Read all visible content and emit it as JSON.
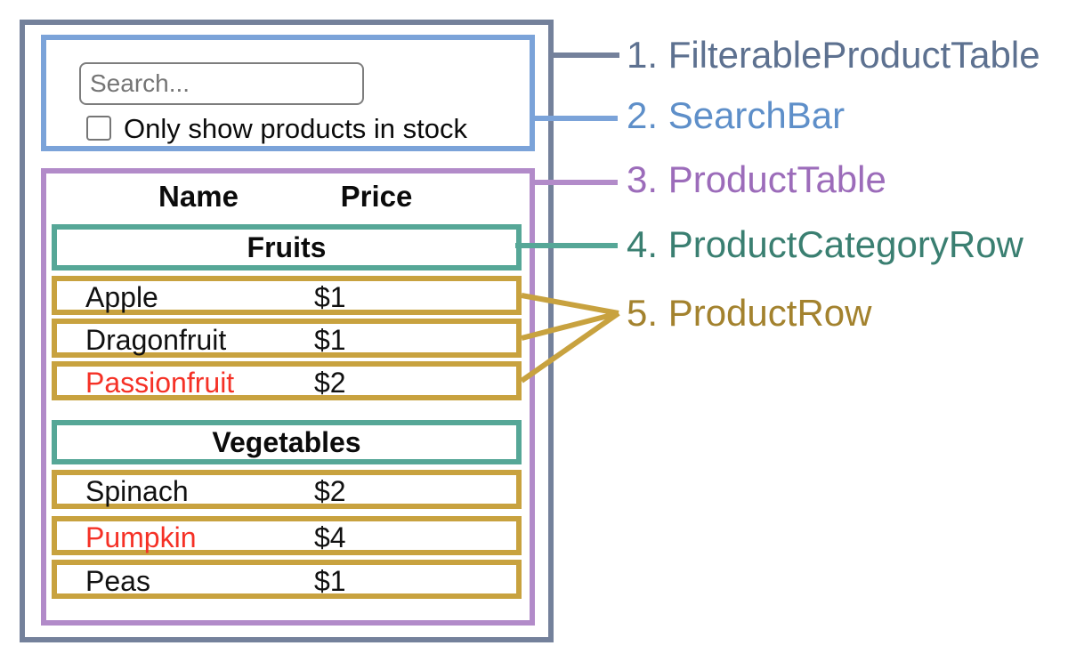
{
  "component_labels": [
    {
      "text": "1. FilterableProductTable",
      "color": "#5d7190"
    },
    {
      "text": "2. SearchBar",
      "color": "#5e8fc9"
    },
    {
      "text": "3. ProductTable",
      "color": "#9c6cba"
    },
    {
      "text": "4. ProductCategoryRow",
      "color": "#3a7f71"
    },
    {
      "text": "5. ProductRow",
      "color": "#a3822e"
    }
  ],
  "search_bar": {
    "input_placeholder": "Search...",
    "input_value": "",
    "checkbox_label": "Only show products in stock",
    "checkbox_checked": false
  },
  "product_table": {
    "headers": {
      "name": "Name",
      "price": "Price"
    },
    "sections": [
      {
        "category": "Fruits",
        "rows": [
          {
            "name": "Apple",
            "price": "$1",
            "name_color": "#111111"
          },
          {
            "name": "Dragonfruit",
            "price": "$1",
            "name_color": "#111111"
          },
          {
            "name": "Passionfruit",
            "price": "$2",
            "name_color": "#f53126"
          }
        ]
      },
      {
        "category": "Vegetables",
        "rows": [
          {
            "name": "Spinach",
            "price": "$2",
            "name_color": "#111111"
          },
          {
            "name": "Pumpkin",
            "price": "$4",
            "name_color": "#f53126"
          },
          {
            "name": "Peas",
            "price": "$1",
            "name_color": "#111111"
          }
        ]
      }
    ]
  },
  "colors": {
    "filterable_product_table_border": "#74819b",
    "search_bar_border": "#7ba3d9",
    "product_table_border": "#b28bc9",
    "product_category_row_border": "#56a797",
    "product_row_border": "#c8a23f",
    "highlighted_product_text": "#f53126"
  }
}
